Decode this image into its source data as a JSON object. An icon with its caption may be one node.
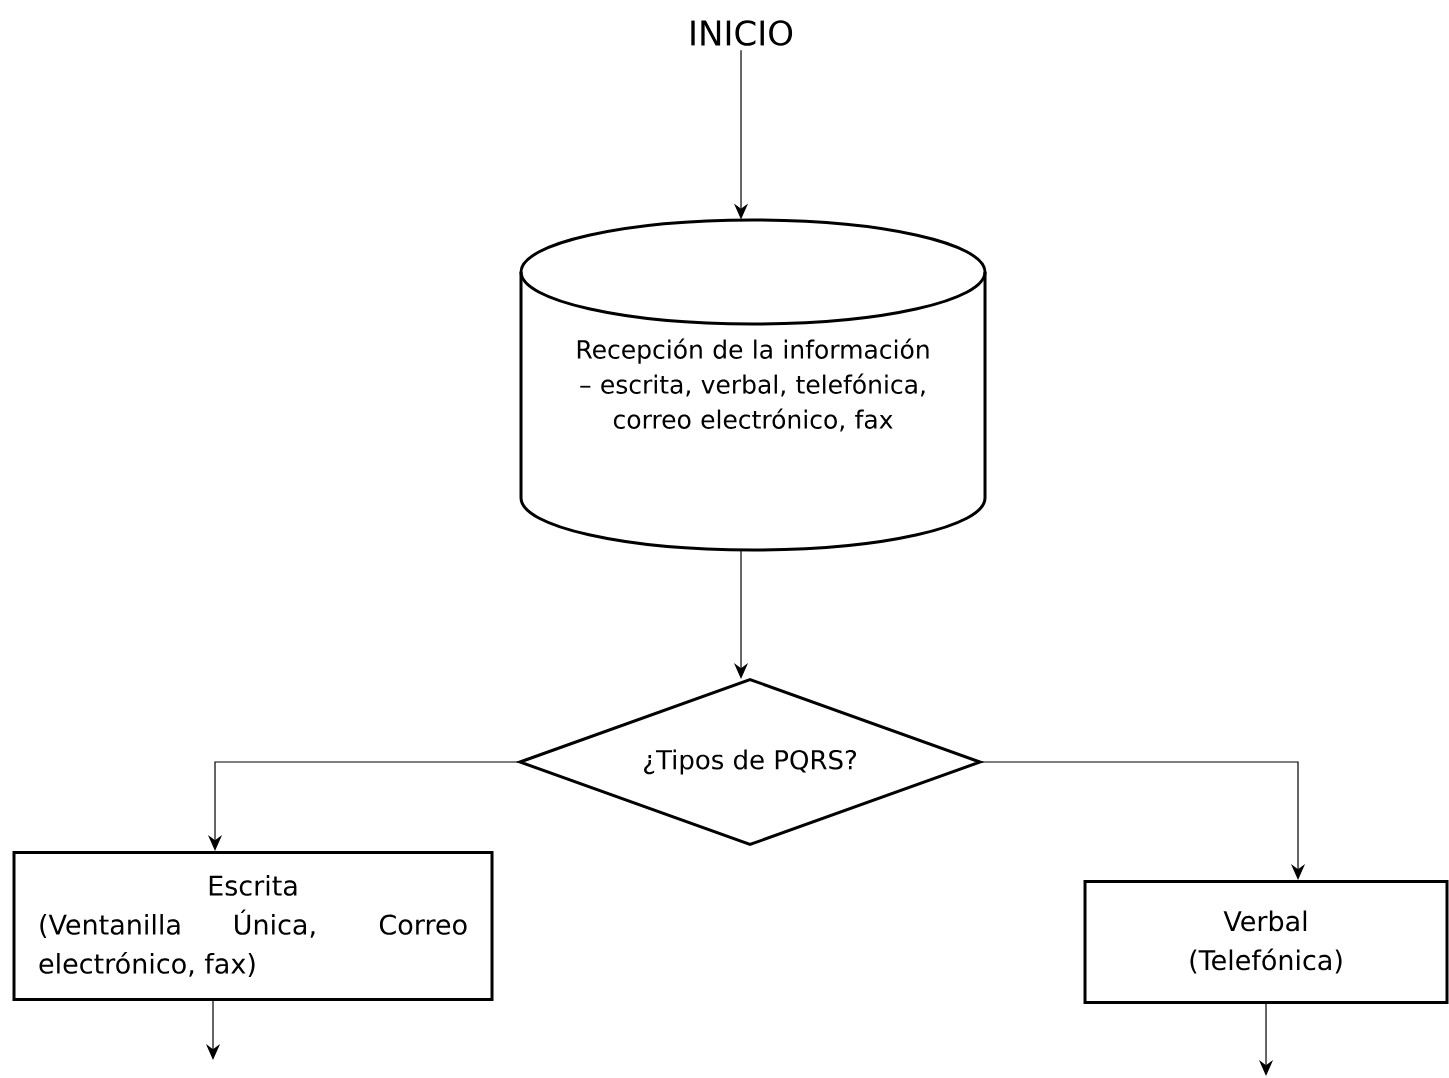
{
  "diagram": {
    "nodes": [
      {
        "text": [
          "INICIO"
        ]
      },
      {
        "text": [
          "Recepción de la información – escrita, verbal, telefónica, correo electrónico, fax"
        ]
      },
      {
        "text": [
          "¿Tipos de PQRS?"
        ]
      },
      {
        "text": [
          "Escrita",
          "(Ventanilla Única, Correo electrónico, fax)"
        ]
      },
      {
        "text": [
          "Verbal (Telefónica)"
        ]
      }
    ],
    "edges": [
      {
        "from": 0,
        "to": 1,
        "arrow": "to"
      },
      {
        "from": 1,
        "to": 2,
        "arrow": "to"
      },
      {
        "from": 2,
        "to": 3,
        "arrow": "to"
      },
      {
        "from": 2,
        "to": 4,
        "arrow": "to"
      },
      {
        "from": 3,
        "to": null,
        "arrow": "to"
      },
      {
        "from": 4,
        "to": null,
        "arrow": "to"
      }
    ]
  }
}
